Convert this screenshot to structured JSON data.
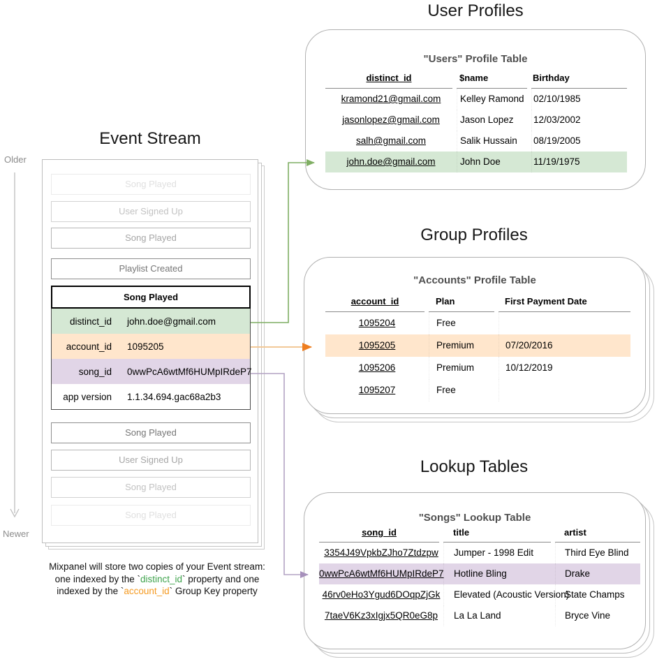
{
  "colors": {
    "green_fill": "#d5e8d4",
    "orange_fill": "#ffe6cc",
    "purple_fill": "#e1d5e7",
    "green_arrow": "#7fae63",
    "orange_arrow": "#ee7d1f",
    "orange_arrow_line": "#f2c998",
    "purple_arrow": "#a690bb",
    "purple_arrow_line": "#b3a3c3",
    "caption_green": "#3fa34d",
    "caption_orange": "#f59b23"
  },
  "event_stream": {
    "title": "Event Stream",
    "older_label": "Older",
    "newer_label": "Newer",
    "events": [
      "Song Played",
      "User Signed Up",
      "Song Played",
      "Playlist Created",
      "Song Played",
      "User Signed Up",
      "Song Played",
      "Song Played"
    ],
    "expanded_event": {
      "title": "Song Played",
      "properties": [
        {
          "key": "distinct_id",
          "value": "john.doe@gmail.com",
          "highlight": "green"
        },
        {
          "key": "account_id",
          "value": "1095205",
          "highlight": "orange"
        },
        {
          "key": "song_id",
          "value": "0wwPcA6wtMf6HUMpIRdeP7",
          "highlight": "purple"
        },
        {
          "key": "app version",
          "value": "1.1.34.694.gac68a2b3",
          "highlight": "none"
        }
      ]
    }
  },
  "caption": {
    "lines": [
      [
        {
          "t": "Mixpanel will store two copies of your Event stream:"
        }
      ],
      [
        {
          "t": "one indexed by the `"
        },
        {
          "t": "distinct_id",
          "c": "green"
        },
        {
          "t": "` property and one"
        }
      ],
      [
        {
          "t": "indexed by the `"
        },
        {
          "t": "account_id",
          "c": "orange"
        },
        {
          "t": "` Group Key property"
        }
      ]
    ]
  },
  "user_profiles": {
    "section_title": "User Profiles",
    "table_title": "\"Users\" Profile Table",
    "columns": [
      "distinct_id",
      "$name",
      "Birthday"
    ],
    "rows": [
      [
        "kramond21@gmail.com",
        "Kelley Ramond",
        "02/10/1985"
      ],
      [
        "jasonlopez@gmail.com",
        "Jason Lopez",
        "12/03/2002"
      ],
      [
        "salh@gmail.com",
        "Salik Hussain",
        "08/19/2005"
      ],
      [
        "john.doe@gmail.com",
        "John Doe",
        "11/19/1975"
      ]
    ],
    "highlight_row": 3,
    "highlight_color": "green"
  },
  "group_profiles": {
    "section_title": "Group Profiles",
    "table_title": "\"Accounts\" Profile Table",
    "columns": [
      "account_id",
      "Plan",
      "First Payment Date"
    ],
    "rows": [
      [
        "1095204",
        "Free",
        ""
      ],
      [
        "1095205",
        "Premium",
        "07/20/2016"
      ],
      [
        "1095206",
        "Premium",
        "10/12/2019"
      ],
      [
        "1095207",
        "Free",
        ""
      ]
    ],
    "highlight_row": 1,
    "highlight_color": "orange"
  },
  "lookup_tables": {
    "section_title": "Lookup Tables",
    "table_title": "\"Songs\" Lookup Table",
    "columns": [
      "song_id",
      "title",
      "artist"
    ],
    "rows": [
      [
        "3354J49VpkbZJho7Ztdzpw",
        "Jumper - 1998 Edit",
        "Third Eye Blind"
      ],
      [
        "0wwPcA6wtMf6HUMpIRdeP7",
        "Hotline Bling",
        "Drake"
      ],
      [
        "46rv0eHo3Ygud6DOqpZjGk",
        "Elevated (Acoustic Version)",
        "State Champs"
      ],
      [
        "7taeV6Kz3xIgjx5QR0eG8p",
        "La La Land",
        "Bryce Vine"
      ]
    ],
    "highlight_row": 1,
    "highlight_color": "purple"
  }
}
